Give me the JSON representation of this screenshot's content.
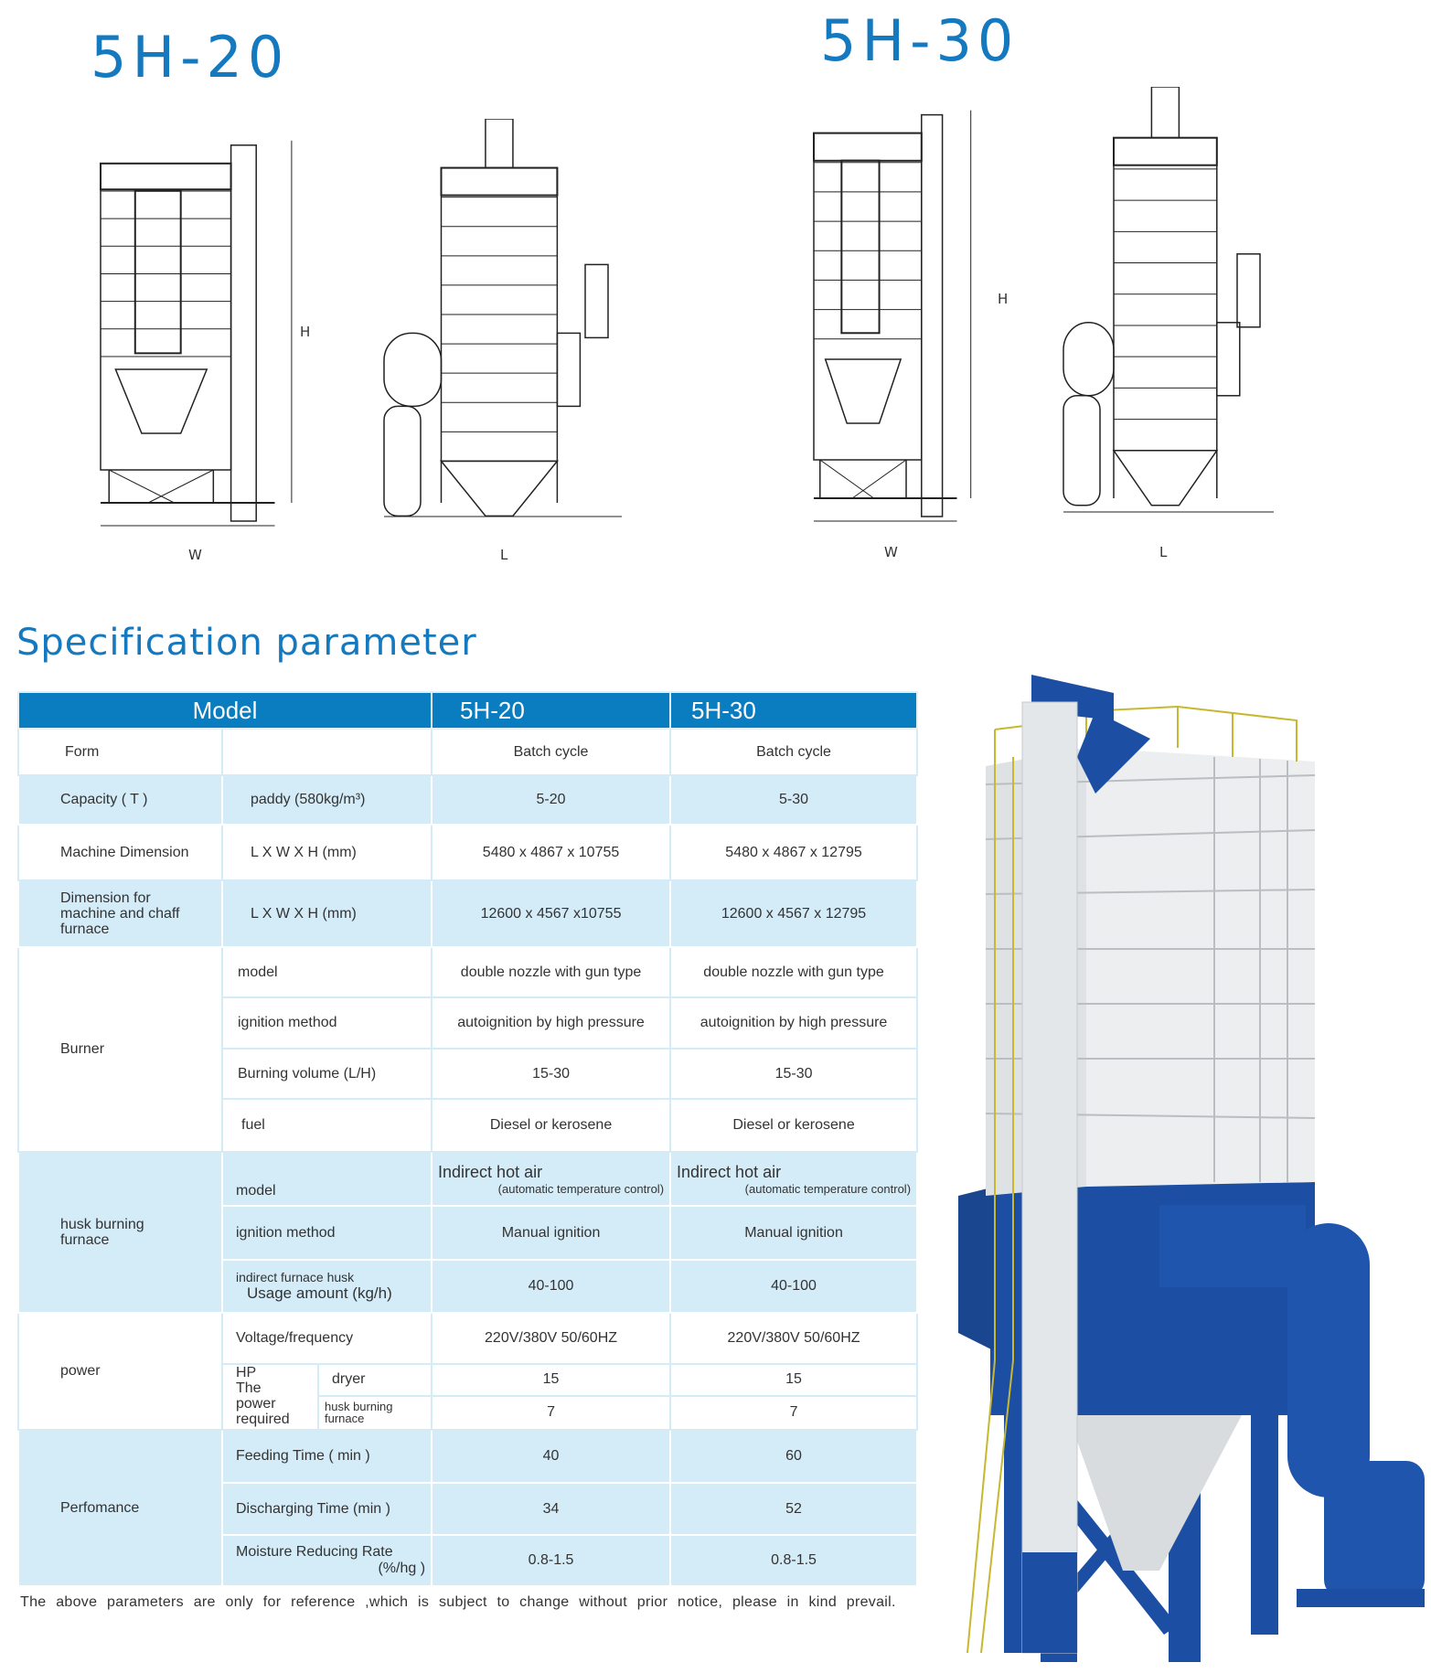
{
  "models": [
    {
      "title": "5H-20",
      "labels": {
        "h": "H",
        "w": "W",
        "l": "L"
      }
    },
    {
      "title": "5H-30",
      "labels": {
        "h": "H",
        "w": "W",
        "l": "L"
      }
    }
  ],
  "spec_title": "Specification parameter",
  "table": {
    "header": [
      "Model",
      "5H-20",
      "5H-30"
    ],
    "form": {
      "label": "Form",
      "v1": "Batch cycle",
      "v2": "Batch cycle"
    },
    "capacity": {
      "label": "Capacity  ( T )",
      "sub": "paddy (580kg/m³)",
      "v1": "5-20",
      "v2": "5-30"
    },
    "machine_dimension": {
      "label": "Machine Dimension",
      "sub": "L X W X H (mm)",
      "v1": "5480 x 4867 x 10755",
      "v2": "5480 x 4867 x 12795"
    },
    "dimension_chaff": {
      "label": "Dimension for machine and chaff furnace",
      "sub": "L X W X H (mm)",
      "v1": "12600 x 4567 x10755",
      "v2": "12600 x 4567 x 12795"
    },
    "burner": {
      "label": "Burner",
      "rows": [
        {
          "sub": "model",
          "v1": "double nozzle with gun type",
          "v2": "double nozzle with gun type"
        },
        {
          "sub": "ignition method",
          "v1": "autoignition by high pressure",
          "v2": "autoignition by high pressure"
        },
        {
          "sub": "Burning volume  (L/H)",
          "v1": "15-30",
          "v2": "15-30"
        },
        {
          "sub": "fuel",
          "v1": "Diesel or kerosene",
          "v2": "Diesel or kerosene"
        }
      ]
    },
    "husk": {
      "label": "husk burning furnace",
      "model": {
        "sub": "model",
        "v1a": "Indirect hot air",
        "v1b": "(automatic temperature control)",
        "v2a": "Indirect hot air",
        "v2b": "(automatic temperature control)"
      },
      "ignition": {
        "sub": "ignition method",
        "v1": "Manual ignition",
        "v2": "Manual ignition"
      },
      "usage": {
        "sub_a": "indirect furnace husk",
        "sub_b": "Usage amount (kg/h)",
        "v1": "40-100",
        "v2": "40-100"
      }
    },
    "power": {
      "label": "power",
      "voltage": {
        "sub": "Voltage/frequency",
        "v1": "220V/380V  50/60HZ",
        "v2": "220V/380V  50/60HZ"
      },
      "hp_label": "HP",
      "hp_desc": "The power required",
      "dryer": {
        "sub": "dryer",
        "v1": "15",
        "v2": "15"
      },
      "furnace": {
        "sub": "husk burning furnace",
        "v1": "7",
        "v2": "7"
      }
    },
    "performance": {
      "label": "Perfomance",
      "rows": [
        {
          "sub": "Feeding Time  ( min )",
          "v1": "40",
          "v2": "60"
        },
        {
          "sub": "Discharging Time (min )",
          "v1": "34",
          "v2": "52"
        },
        {
          "sub_a": "Moisture Reducing Rate",
          "sub_b": "(%/hg )",
          "v1": "0.8-1.5",
          "v2": "0.8-1.5"
        }
      ]
    }
  },
  "footnote": "The above parameters are only for reference ,which is subject to change without prior notice,  please in kind prevail.",
  "colors": {
    "accent": "#1479bf",
    "header": "#0a7cc0",
    "row_light": "#d4ebf8",
    "machine_blue": "#1c4fa3"
  }
}
